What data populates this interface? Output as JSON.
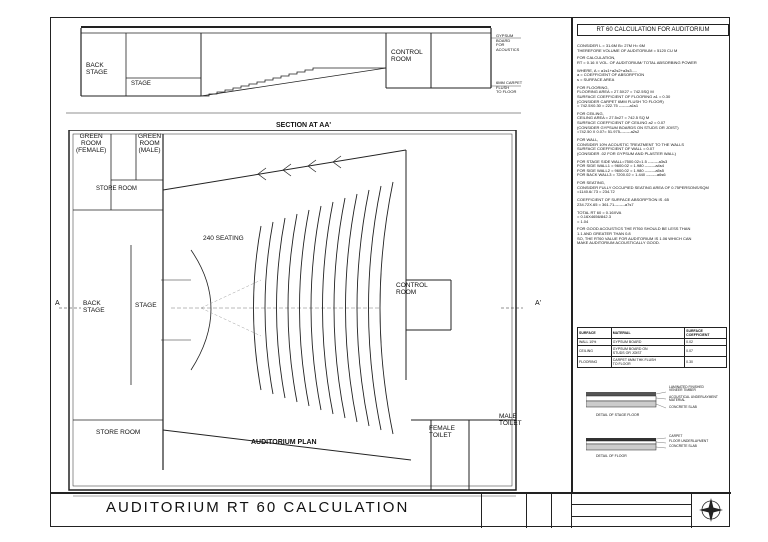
{
  "section": {
    "labels": {
      "back_stage": "BACK\nSTAGE",
      "stage": "STAGE",
      "control_room": "CONTROL\nROOM"
    },
    "gypsum_note": "GYPSUM\nBOARD\nFOR\nACOUSTICS",
    "carpet_note": "6MM CARPET\nFLUSH\nTO FLOOR",
    "title": "SECTION AT AA'"
  },
  "plan": {
    "rooms": {
      "green_room_female": "GREEN\nROOM\n(FEMALE)",
      "green_room_male": "GREEN\nROOM\n(MALE)",
      "store_room_top": "STORE ROOM",
      "back_stage": "BACK\nSTAGE",
      "stage": "STAGE",
      "store_room_bottom": "STORE ROOM",
      "control_room": "CONTROL\nROOM",
      "female_toilet": "FEMALE\nTOILET",
      "male_toilet": "MALE\nTOILET"
    },
    "seating_label": "240 SEATING",
    "section_marker_left": "A",
    "section_marker_right": "A'",
    "title": "AUDITORIUM PLAN"
  },
  "calc": {
    "title": "RT 60 CALCULATION FOR AUDITORIUM",
    "lines": [
      "CONSIDER L = 31.6M  B= 27M  H= 6M",
      "THEREFORE VOLUME OF AUDITORIUM = 5120 CU M",
      "FOR CALCULATION,",
      "RT = 0.16 X VOL. OF AUDITORIUM/ TOTAL ABSORBING POWER",
      "WHERE, A = a1s1+a2s2+a3s3.....",
      "a = COEFFICIENT OF ABSORPTION",
      "s = SURFACE AREA",
      "FOR FLOORING,",
      "FLOORING AREA = 27.5X27 = 742.5SQ M",
      "SURFACE COEFFICIENT OF FLOORING a1 = 0.30",
      "(CONSIDER CARPET 6MM FLUSH TO FLOOR)",
      "= 742.5X0.30 = 222.75 --------a1s1",
      "FOR CEILING,",
      "CEILING AREA = 27.5x27 = 742.5 SQ M",
      "SURFACE COEFFICIENT OF CEILING a2 = 0.07",
      "(CONSIDER GYPSUM BOARDS ON STUDS OR JOIST)",
      "=742.50 X 0.07= 51.975--------a2s2",
      "FOR WALL,",
      "CONSIDER 10% ACOUSTIC TREATMENT TO THE WALLS",
      "SURFACE COEFFICIENT OF WALL = 0.07",
      "(CONSIDER .02 FOR GYPSUM AND PLASTER WALL)",
      "FOR STAGE SIDE WALL=7500.02=1.5 --------a3s3",
      "FOR SIDE WALL1 = 9600.02 = 1.980 --------a4s4",
      "FOR SIDE WALL2 = 9600.02 = 1.980 --------a5s5",
      "FOR BACK WALL3 = 7200.02 = 1.440 --------a6s6",
      "FOR SEATING,",
      "CONSIDER FULLY OCCUPIED SEATING AREA OF 0.75PERSONS/SQM",
      "=1140.6/.73 = 234.72",
      "COEFFICIENT OF SURFACE ABSORPTION IS .65",
      "234.72X.65 = 361.71--------a7s7",
      "TOTAL RT 60 = 0.16XVA",
      "= 0.16X4656/842.3",
      "= 1.04",
      "FOR GOOD ACOUSTICS THE RT60 SHOULD BE LESS THAN",
      "1.1 AND GREATER THAN 0.8",
      "SO, THE RT60 VALUE FOR AUDITORIUM IS 1.06 WHICH CAN",
      "MAKE AUDITORIUM ACOUSTICALLY GOOD."
    ],
    "table": {
      "headers": [
        "SURFACE",
        "MATERIAL",
        "SURFACE\nCOEFFICIENT"
      ],
      "rows": [
        [
          "WALL 10%",
          "GYPSUM BOARD",
          "0.02"
        ],
        [
          "CEILING",
          "GYPSUM BOARD ON\nSTUDS OR JOIST",
          "0.07"
        ],
        [
          "FLOORING",
          "CARPET 6MM THK FLUSH\nTO FLOOR",
          "0.30"
        ]
      ]
    },
    "detail_stage": {
      "notes": [
        "LAMINATED FINISHED\nVENEER TIMBER",
        "ACOUSTICAL UNDERLAYMENT\nMATERIAL",
        "CONCRETE SLAB"
      ],
      "caption": "DETAIL OF STAGE FLOOR"
    },
    "detail_floor": {
      "notes": [
        "CARPET",
        "FLOOR UNDERLAYMENT",
        "CONCRETE SLAB"
      ],
      "caption": "DETAIL OF FLOOR"
    }
  },
  "title_block": {
    "title": "AUDITORIUM RT 60 CALCULATION"
  }
}
